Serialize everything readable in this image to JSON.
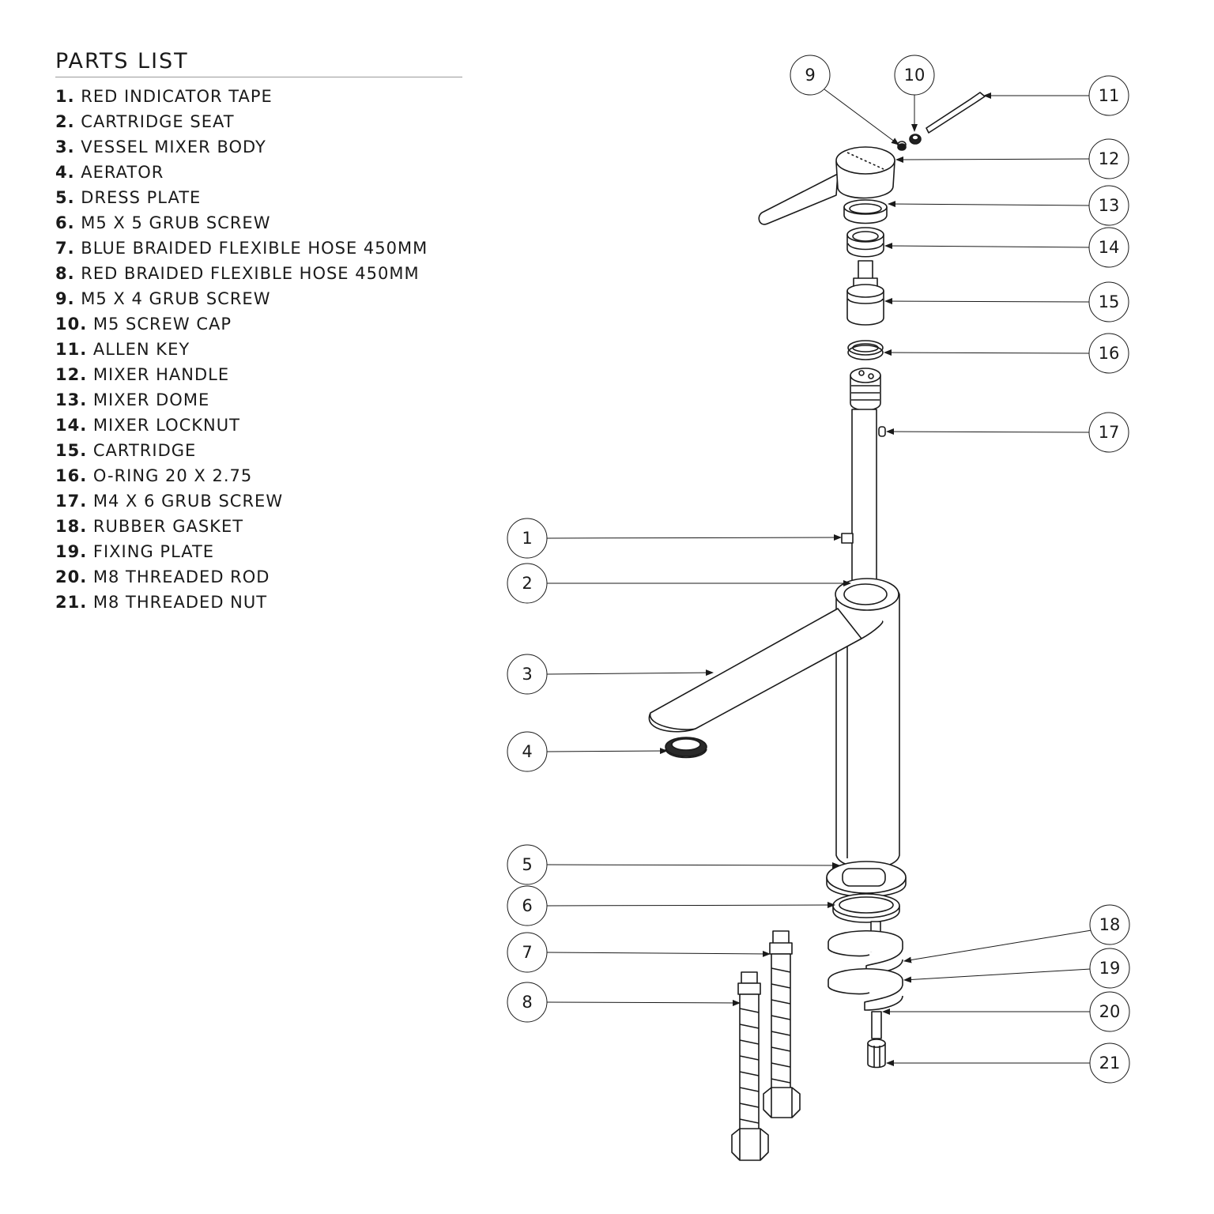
{
  "parts_list": {
    "title": "PARTS LIST",
    "items": [
      {
        "num": "1.",
        "label": "RED INDICATOR TAPE"
      },
      {
        "num": "2.",
        "label": "CARTRIDGE SEAT"
      },
      {
        "num": "3.",
        "label": "VESSEL MIXER BODY"
      },
      {
        "num": "4.",
        "label": "AERATOR"
      },
      {
        "num": "5.",
        "label": "DRESS PLATE"
      },
      {
        "num": "6.",
        "label": "M5 X 5 GRUB SCREW"
      },
      {
        "num": "7.",
        "label": "BLUE BRAIDED FLEXIBLE HOSE 450MM"
      },
      {
        "num": "8.",
        "label": "RED BRAIDED FLEXIBLE HOSE 450MM"
      },
      {
        "num": "9.",
        "label": "M5 X 4 GRUB SCREW"
      },
      {
        "num": "10.",
        "label": "M5 SCREW CAP"
      },
      {
        "num": "11.",
        "label": "ALLEN KEY"
      },
      {
        "num": "12.",
        "label": "MIXER HANDLE"
      },
      {
        "num": "13.",
        "label": "MIXER DOME"
      },
      {
        "num": "14.",
        "label": "MIXER LOCKNUT"
      },
      {
        "num": "15.",
        "label": "CARTRIDGE"
      },
      {
        "num": "16.",
        "label": "O-RING 20 X 2.75"
      },
      {
        "num": "17.",
        "label": "M4 X 6 GRUB SCREW"
      },
      {
        "num": "18.",
        "label": "RUBBER GASKET"
      },
      {
        "num": "19.",
        "label": "FIXING PLATE"
      },
      {
        "num": "20.",
        "label": "M8 THREADED ROD"
      },
      {
        "num": "21.",
        "label": "M8 THREADED NUT"
      }
    ]
  },
  "callouts": {
    "c1": "1",
    "c2": "2",
    "c3": "3",
    "c4": "4",
    "c5": "5",
    "c6": "6",
    "c7": "7",
    "c8": "8",
    "c9": "9",
    "c10": "10",
    "c11": "11",
    "c12": "12",
    "c13": "13",
    "c14": "14",
    "c15": "15",
    "c16": "16",
    "c17": "17",
    "c18": "18",
    "c19": "19",
    "c20": "20",
    "c21": "21"
  }
}
